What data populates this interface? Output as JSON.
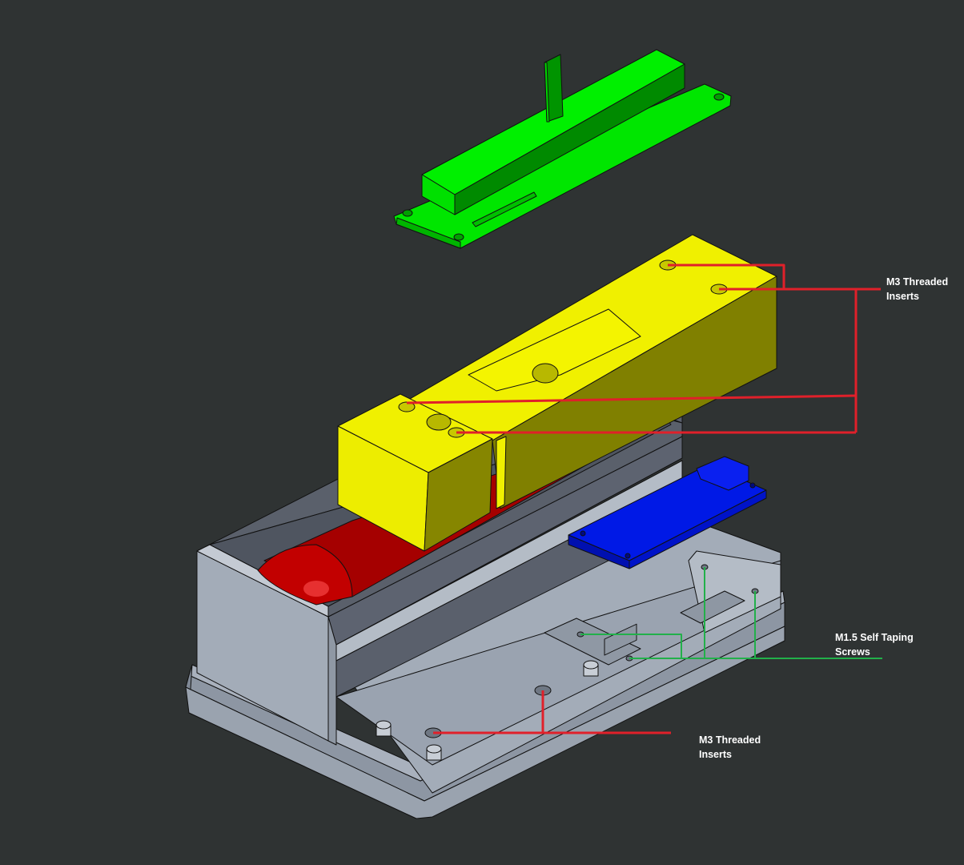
{
  "diagram": {
    "type": "exploded CAD assembly",
    "background": "#2f3333",
    "parts": [
      {
        "name": "slide potentiometer",
        "color": "#00e600"
      },
      {
        "name": "slider cover block",
        "color": "#eded00"
      },
      {
        "name": "motor",
        "color": "#b00000"
      },
      {
        "name": "circuit board",
        "color": "#0019e6"
      },
      {
        "name": "enclosure base",
        "color": "#9aa3b0"
      }
    ],
    "callouts": [
      {
        "id": "top",
        "label": "M3 Threaded\nInserts",
        "line_color": "#e0202a"
      },
      {
        "id": "middle",
        "label": "M1.5 Self Taping\nScrews",
        "line_color": "#22b04a"
      },
      {
        "id": "bottom",
        "label": "M3 Threaded\nInserts",
        "line_color": "#e0202a"
      }
    ]
  }
}
